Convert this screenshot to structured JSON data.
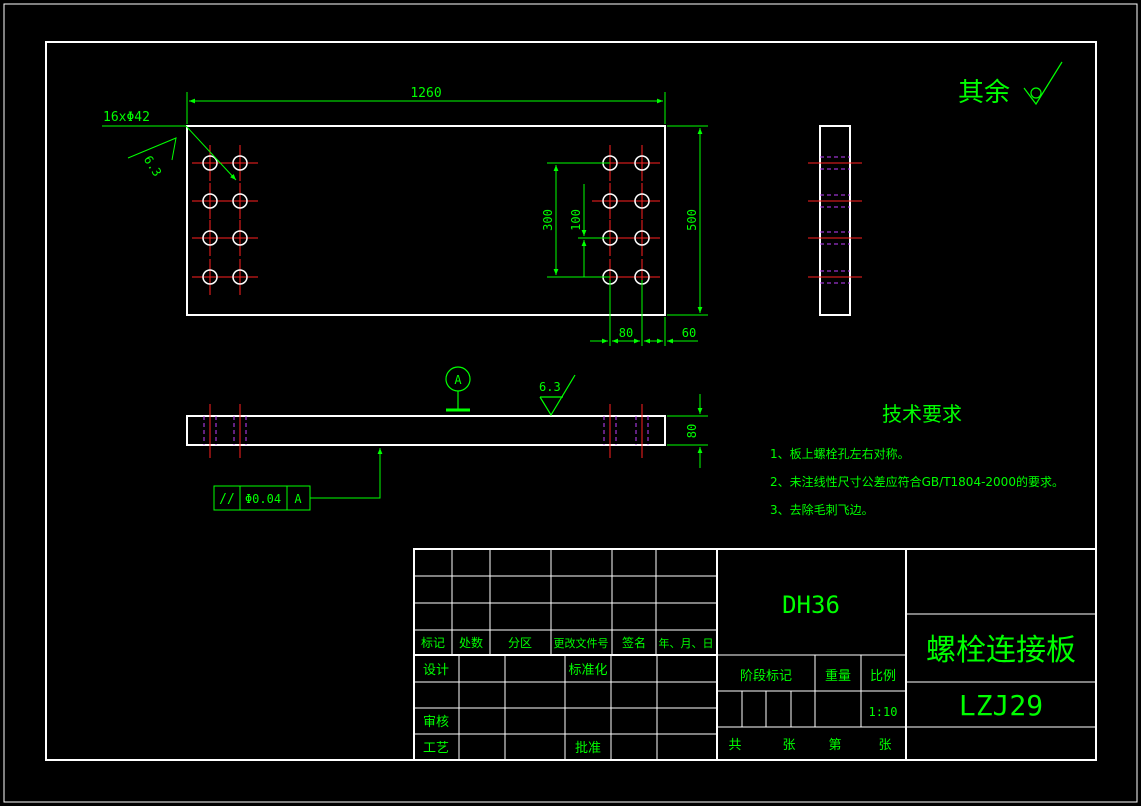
{
  "roughness": {
    "general_label": "其余",
    "callout_top": "6.3",
    "callout_surface": "6.3"
  },
  "holes_note": "16xΦ42",
  "dimensions": {
    "overall_length": "1260",
    "overall_width": "500",
    "hole_span": "300",
    "hole_pitch": "100",
    "hole_spacing_x": "80",
    "edge_offset": "60",
    "thickness": "80"
  },
  "datum": {
    "label": "A"
  },
  "tolerance_frame": {
    "symbol": "//",
    "value": "Φ0.04",
    "datum": "A"
  },
  "tech_requirements": {
    "title": "技术要求",
    "items": [
      "1、板上螺栓孔左右对称。",
      "2、未注线性尺寸公差应符合GB/T1804-2000的要求。",
      "3、去除毛刺飞边。"
    ]
  },
  "title_block": {
    "material": "DH36",
    "part_name": "螺栓连接板",
    "drawing_no": "LZJ29",
    "scale": "1:10",
    "headers": [
      "标记",
      "处数",
      "分区",
      "更改文件号",
      "签名",
      "年、月、日"
    ],
    "design": "设计",
    "standardize": "标准化",
    "review": "审核",
    "process": "工艺",
    "approve": "批准",
    "stage_mark": "阶段标记",
    "weight": "重量",
    "scale_label": "比例",
    "total": "共",
    "sheets": "张",
    "sheet_no": "第",
    "sheets2": "张"
  },
  "colors": {
    "background": "#000000",
    "outline": "#ffffff",
    "dimension": "#00ff00",
    "centerline": "#ff2020",
    "hidden_line": "#c040ff"
  }
}
